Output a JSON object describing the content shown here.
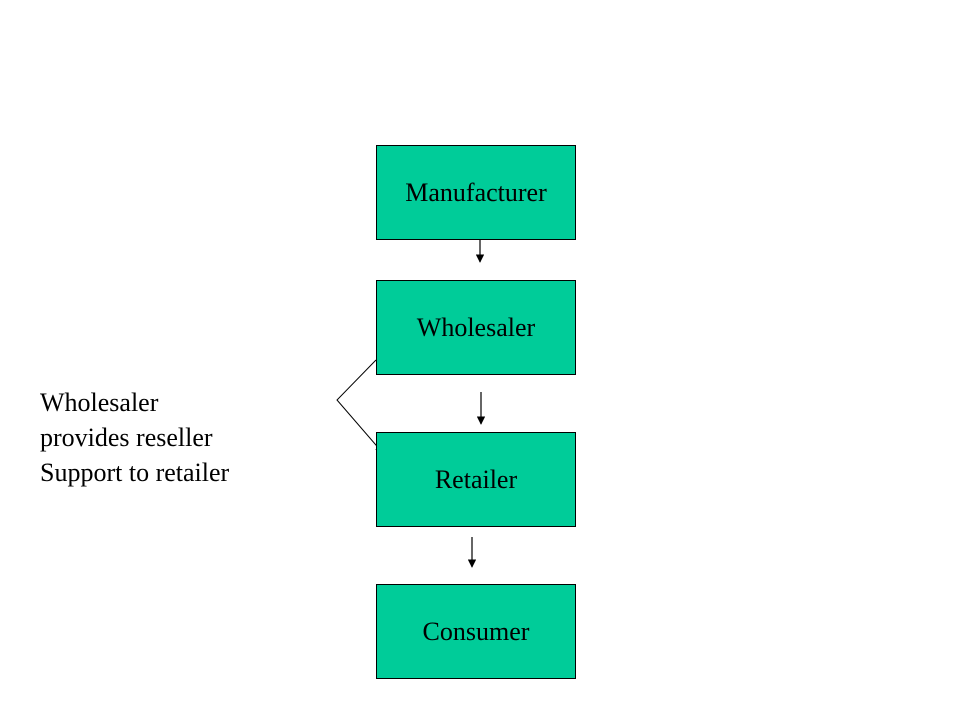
{
  "nodes": [
    {
      "id": "manufacturer",
      "label": "Manufacturer"
    },
    {
      "id": "wholesaler",
      "label": "Wholesaler"
    },
    {
      "id": "retailer",
      "label": "Retailer"
    },
    {
      "id": "consumer",
      "label": "Consumer"
    }
  ],
  "edges": [
    {
      "from": "manufacturer",
      "to": "wholesaler"
    },
    {
      "from": "wholesaler",
      "to": "retailer"
    },
    {
      "from": "retailer",
      "to": "consumer"
    },
    {
      "from": "wholesaler",
      "to": "retailer",
      "style": "side-bracket"
    }
  ],
  "note": {
    "lines": [
      "Wholesaler",
      "provides reseller",
      "Support to retailer"
    ]
  },
  "colors": {
    "node_fill": "#00cc99",
    "line": "#000000",
    "text": "#000000"
  }
}
